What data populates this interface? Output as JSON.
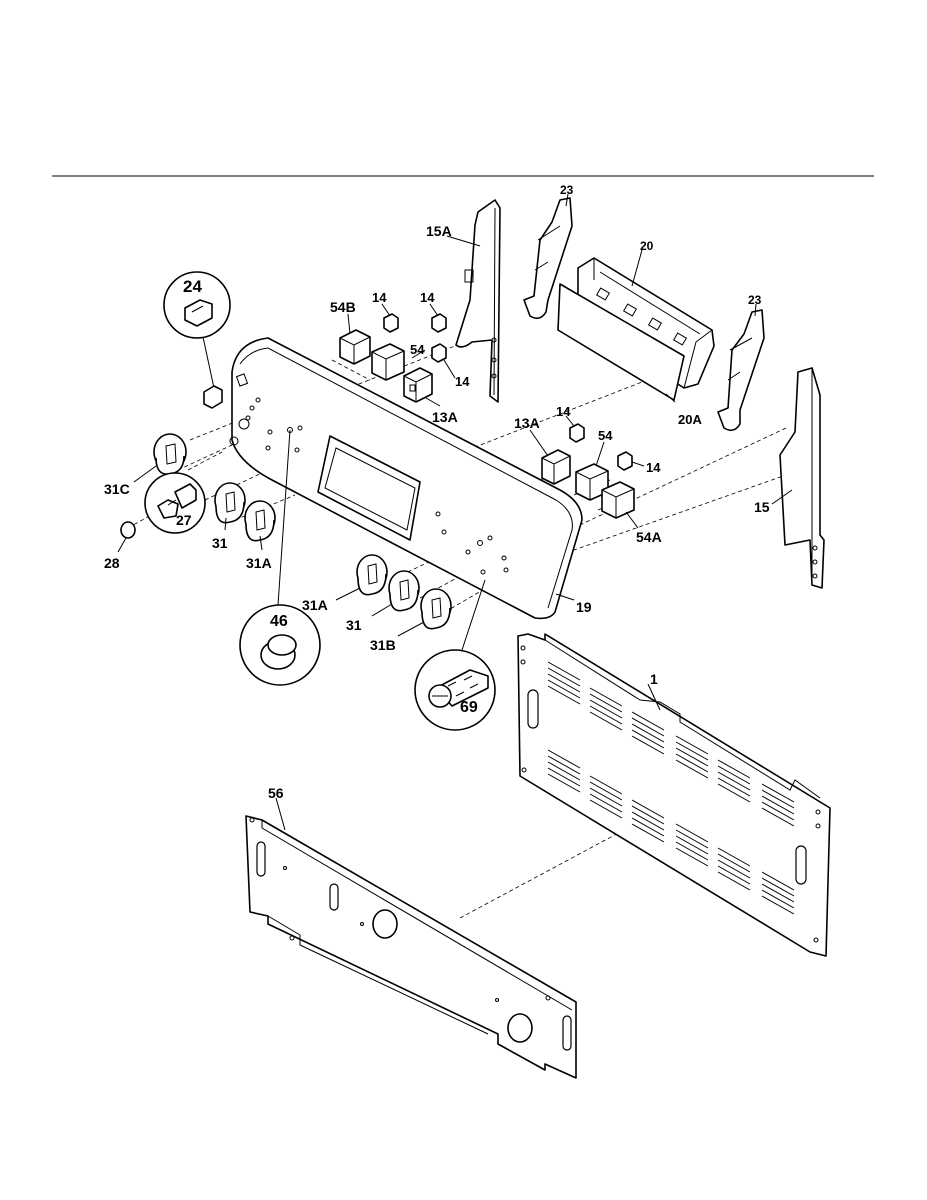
{
  "diagram": {
    "labels": [
      {
        "id": "1",
        "text": "1"
      },
      {
        "id": "13A_upper",
        "text": "13A"
      },
      {
        "id": "13A_lower",
        "text": "13A"
      },
      {
        "id": "14_a",
        "text": "14"
      },
      {
        "id": "14_b",
        "text": "14"
      },
      {
        "id": "14_c",
        "text": "14"
      },
      {
        "id": "14_d",
        "text": "14"
      },
      {
        "id": "14_e",
        "text": "14"
      },
      {
        "id": "15",
        "text": "15"
      },
      {
        "id": "15A",
        "text": "15A"
      },
      {
        "id": "19",
        "text": "19"
      },
      {
        "id": "20",
        "text": "20"
      },
      {
        "id": "20A",
        "text": "20A"
      },
      {
        "id": "23_a",
        "text": "23"
      },
      {
        "id": "23_b",
        "text": "23"
      },
      {
        "id": "24",
        "text": "24"
      },
      {
        "id": "27",
        "text": "27"
      },
      {
        "id": "28",
        "text": "28"
      },
      {
        "id": "31_left",
        "text": "31"
      },
      {
        "id": "31_right",
        "text": "31"
      },
      {
        "id": "31A_left",
        "text": "31A"
      },
      {
        "id": "31A_right",
        "text": "31A"
      },
      {
        "id": "31B",
        "text": "31B"
      },
      {
        "id": "31C",
        "text": "31C"
      },
      {
        "id": "46",
        "text": "46"
      },
      {
        "id": "54_upper",
        "text": "54"
      },
      {
        "id": "54_lower",
        "text": "54"
      },
      {
        "id": "54A",
        "text": "54A"
      },
      {
        "id": "54B",
        "text": "54B"
      },
      {
        "id": "56",
        "text": "56"
      },
      {
        "id": "69",
        "text": "69"
      }
    ]
  }
}
